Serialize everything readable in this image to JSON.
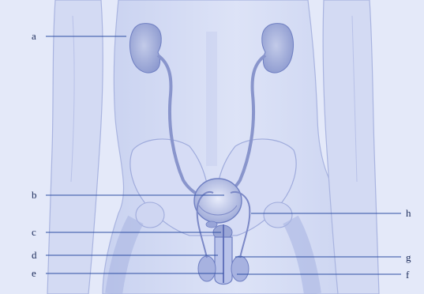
{
  "labels": {
    "a": "a",
    "b": "b",
    "c": "c",
    "d": "d",
    "e": "e",
    "f": "f",
    "g": "g",
    "h": "h"
  }
}
